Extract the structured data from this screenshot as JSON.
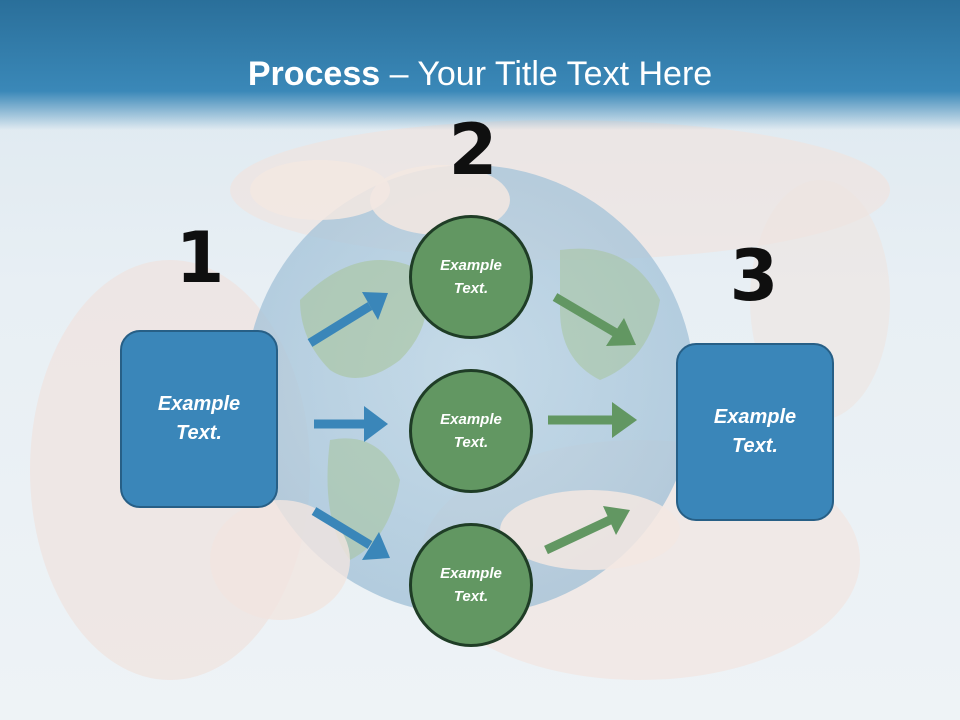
{
  "title": {
    "bold": "Process",
    "rest": " – Your Title Text Here"
  },
  "numbers": [
    "1",
    "2",
    "3"
  ],
  "left_box": "Example\nText.",
  "right_box": "Example\nText.",
  "circles": [
    "Example\nText.",
    "Example\nText.",
    "Example\nText."
  ],
  "colors": {
    "title_bar": "#3a88b8",
    "box_fill": "#3a86b9",
    "circle_fill": "#629762",
    "blue_arrow": "#3a86b9",
    "green_arrow": "#629762"
  }
}
